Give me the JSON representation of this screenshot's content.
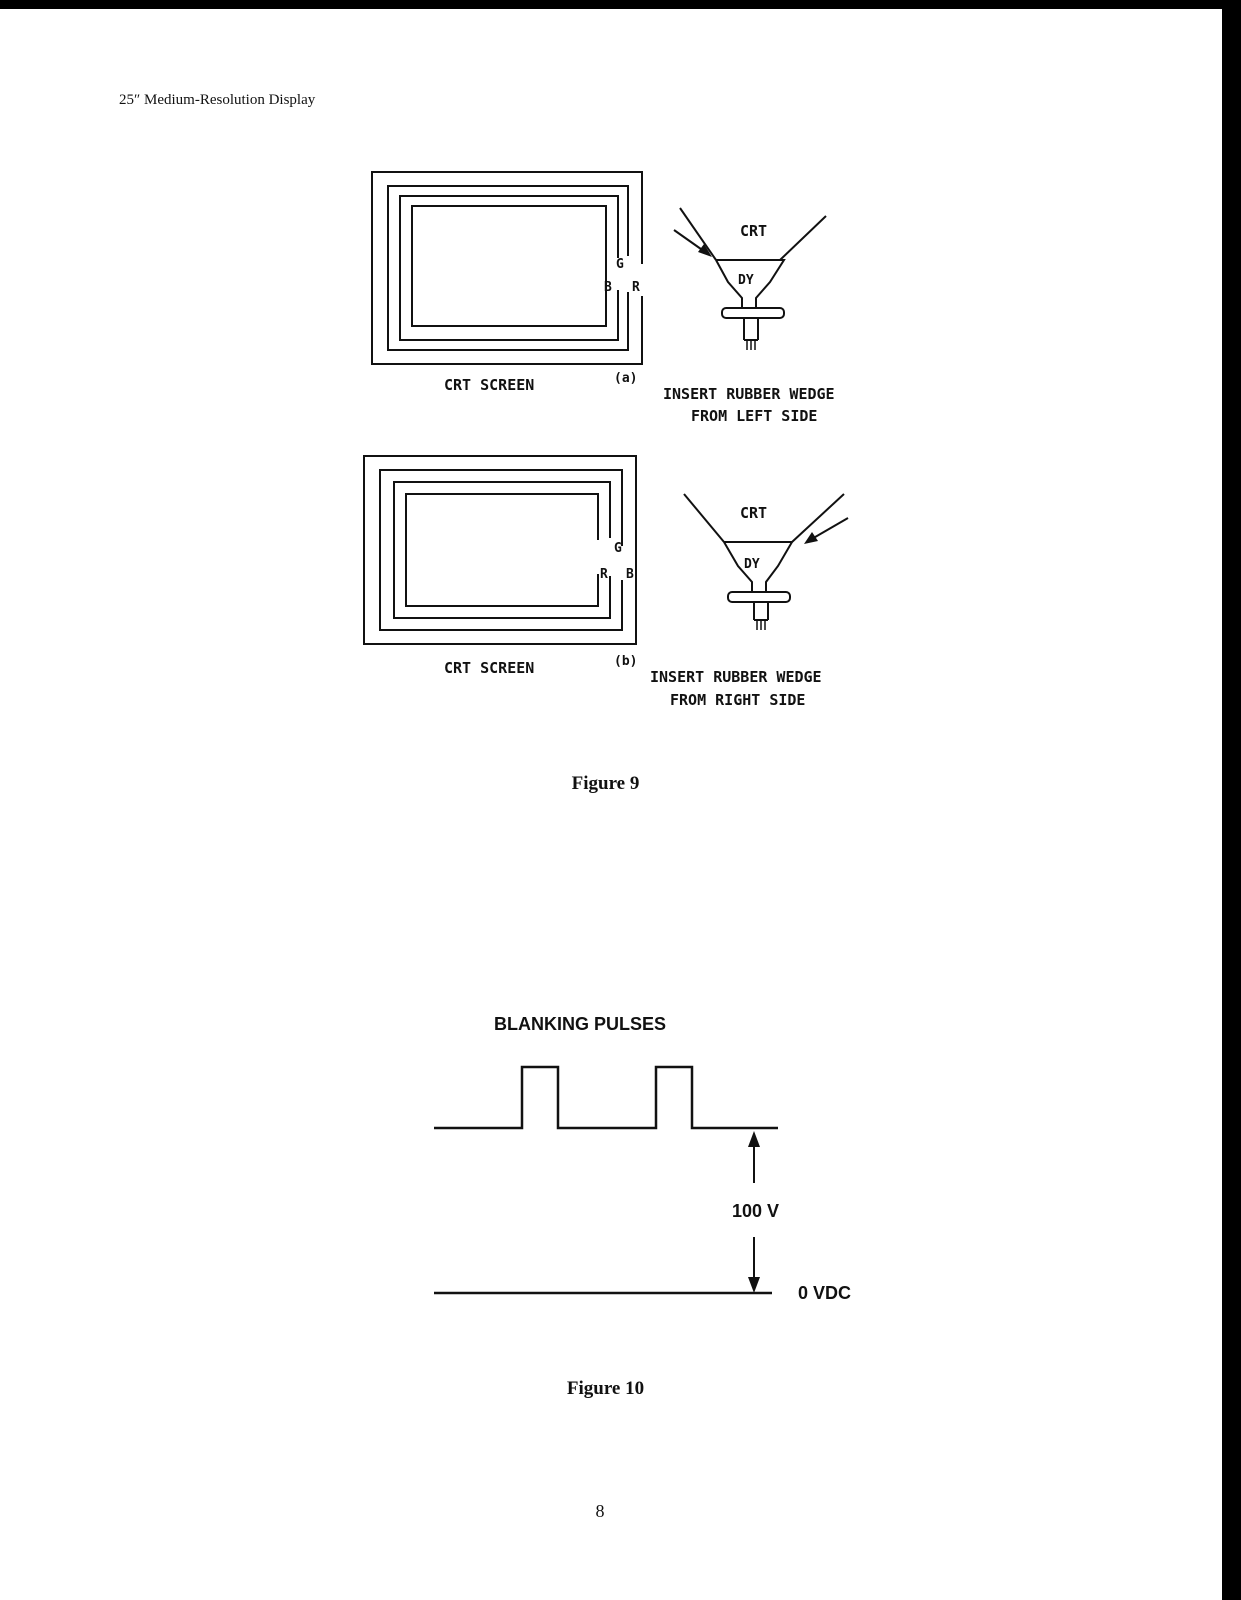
{
  "header": {
    "running_title": "25″ Medium-Resolution Display"
  },
  "figure9": {
    "panel_a": {
      "screen_label": "CRT SCREEN",
      "panel_tag": "(a)",
      "ring_g": "G",
      "ring_left": "B",
      "ring_right": "R",
      "crt_label": "CRT",
      "dy_label": "DY",
      "instruction_line1": "INSERT RUBBER WEDGE",
      "instruction_line2": "FROM LEFT SIDE"
    },
    "panel_b": {
      "screen_label": "CRT SCREEN",
      "panel_tag": "(b)",
      "ring_g": "G",
      "ring_left": "R",
      "ring_right": "B",
      "crt_label": "CRT",
      "dy_label": "DY",
      "instruction_line1": "INSERT RUBBER WEDGE",
      "instruction_line2": "FROM RIGHT SIDE"
    },
    "caption": "Figure 9"
  },
  "figure10": {
    "title": "BLANKING PULSES",
    "voltage_label": "100 V",
    "baseline_label": "0 VDC",
    "caption": "Figure 10"
  },
  "footer": {
    "page_number": "8"
  }
}
